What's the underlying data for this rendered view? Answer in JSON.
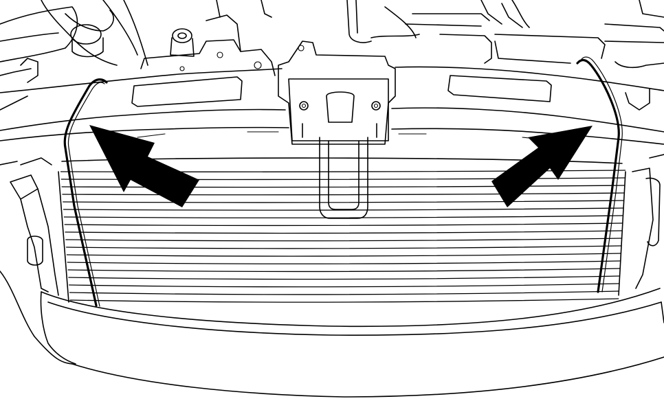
{
  "figure": {
    "description_visible_text": "",
    "parts": [
      "radiator-core",
      "hood-lock-bracket",
      "radiator-support-rod-left",
      "radiator-support-rod-right",
      "front-bumper",
      "engine-compartment"
    ],
    "arrows": [
      {
        "id": "arrow-left",
        "direction": "up-left"
      },
      {
        "id": "arrow-right",
        "direction": "up-right"
      }
    ],
    "colors": {
      "line": "#000000",
      "background": "#ffffff",
      "arrow": "#000000"
    }
  }
}
